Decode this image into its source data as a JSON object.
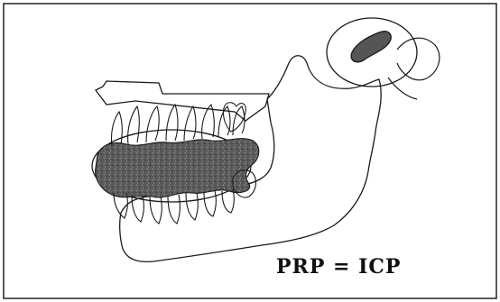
{
  "diagram": {
    "caption": "PRP = ICP"
  },
  "colors": {
    "line": "#1a1a1a",
    "fill_dark": "#4a4a4a",
    "fill_texture": "#7a7a7a",
    "condyle": "#555555",
    "background": "#ffffff"
  },
  "icons": {
    "mandible": "mandible-outline",
    "maxilla": "maxilla-outline",
    "condyle": "condyle-icon",
    "teeth": "dentition-icon"
  }
}
